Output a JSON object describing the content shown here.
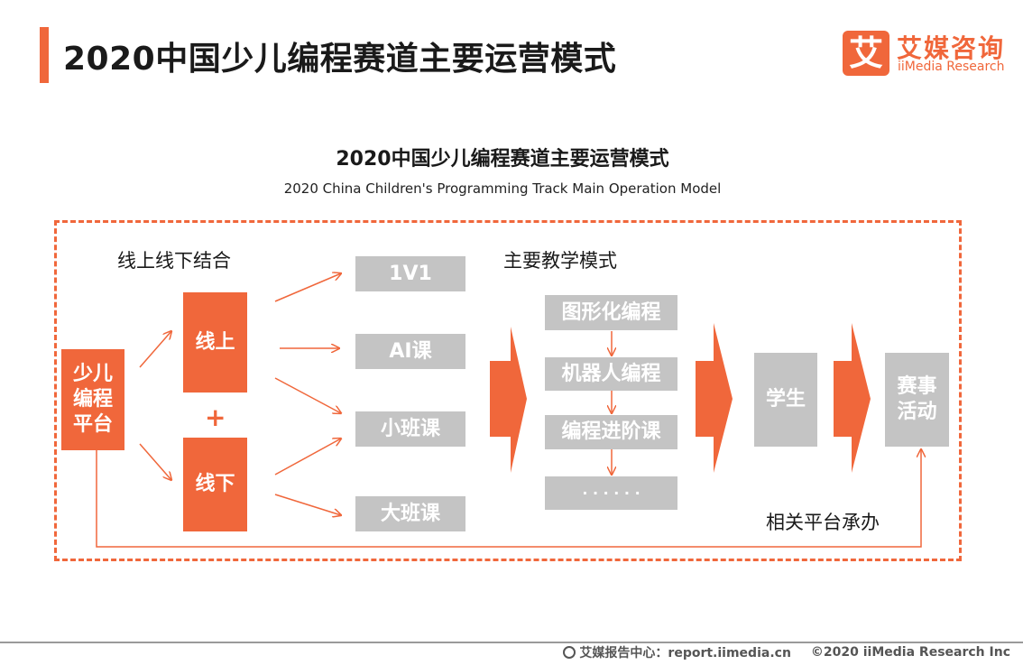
{
  "header": {
    "title": "2020中国少儿编程赛道主要运营模式",
    "logo_mark": "艾",
    "logo_cn": "艾媒咨询",
    "logo_en": "iiMedia Research"
  },
  "diagram": {
    "title": "2020中国少儿编程赛道主要运营模式",
    "subtitle": "2020 China Children's Programming Track Main Operation Model",
    "online_offline_label": "线上线下结合",
    "source_box": [
      "少儿",
      "编程",
      "平台"
    ],
    "online_box": "线上",
    "plus": "+",
    "offline_box": "线下",
    "course_types": [
      "1V1",
      "AI课",
      "小班课",
      "大班课"
    ],
    "teaching_label": "主要教学模式",
    "teaching_modes": [
      "图形化编程",
      "机器人编程",
      "编程进阶课",
      "· · · · · ·"
    ],
    "student_box": "学生",
    "competition_box": [
      "赛事",
      "活动"
    ],
    "platform_host_label": "相关平台承办"
  },
  "footer": {
    "source": "艾媒报告中心：report.iimedia.cn",
    "copyright": "©2020  iiMedia Research  Inc"
  },
  "colors": {
    "accent": "#f0673b",
    "gray_box": "#c4c4c4"
  }
}
